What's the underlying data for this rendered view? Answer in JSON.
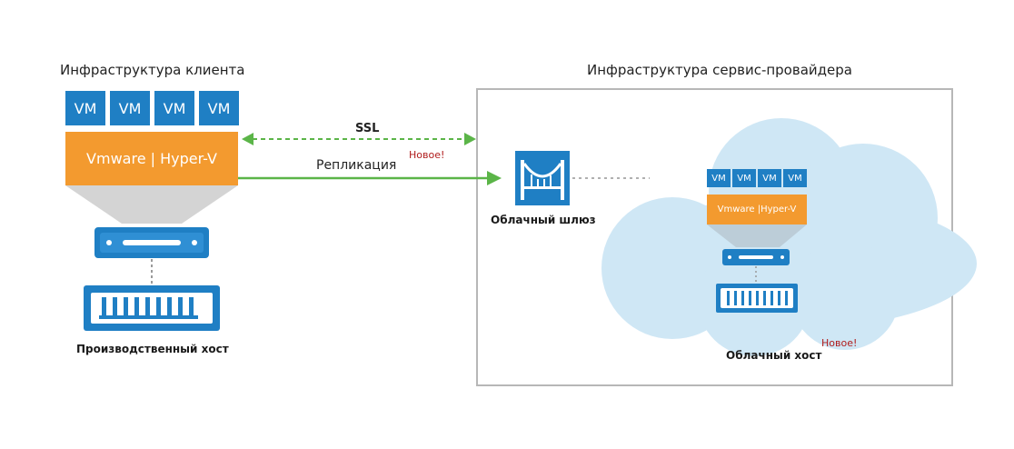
{
  "client": {
    "title": "Инфраструктура клиента",
    "vms": [
      "VM",
      "VM",
      "VM",
      "VM"
    ],
    "hypervisor": "Vmware | Hyper-V",
    "host_label": "Производственный хост"
  },
  "provider": {
    "title": "Инфраструктура сервис-провайдера",
    "gateway_label": "Облачный шлюз",
    "vms": [
      "VM",
      "VM",
      "VM",
      "VM"
    ],
    "hypervisor": "Vmware |Hyper-V",
    "host_label": "Облачный хост",
    "host_badge": "Новое!"
  },
  "links": {
    "ssl_label": "SSL",
    "replication_label": "Репликация",
    "replication_badge": "Новое!"
  },
  "colors": {
    "vm_blue": "#1f7fc4",
    "hypervisor_orange": "#f39a2f",
    "link_green": "#5bb548",
    "cloud": "#cfe7f5"
  }
}
